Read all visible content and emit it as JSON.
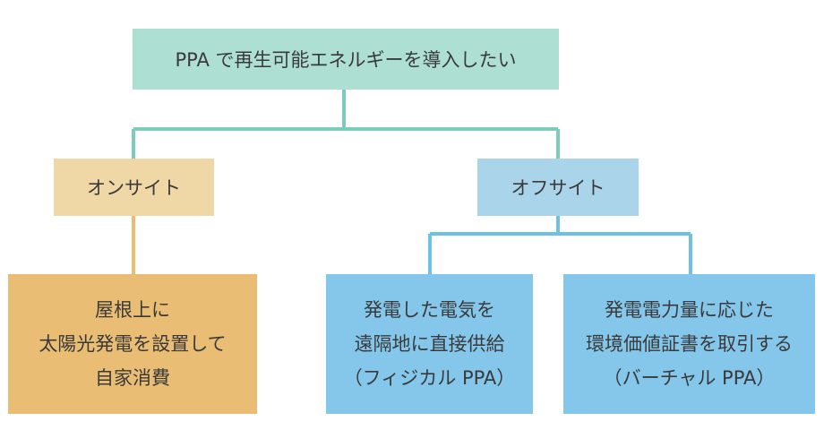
{
  "colors": {
    "root": "#addfd3",
    "onsite_header": "#f0d7a6",
    "onsite_leaf": "#e9bd73",
    "offsite_header": "#a9d4e9",
    "offsite_leaf": "#84c7ea",
    "connector_root": "#7ccbbb",
    "connector_onsite": "#e9bd73",
    "connector_offsite": "#6ec0e6",
    "text": "#3a3a3a"
  },
  "diagram": {
    "root": {
      "label": "PPA で再生可能エネルギーを導入したい"
    },
    "onsite": {
      "label": "オンサイト",
      "leaf": {
        "lines": [
          "屋根上に",
          "太陽光発電を設置して",
          "自家消費"
        ]
      }
    },
    "offsite": {
      "label": "オフサイト",
      "physical": {
        "lines": [
          "発電した電気を",
          "遠隔地に直接供給",
          "（フィジカル PPA）"
        ]
      },
      "virtual": {
        "lines": [
          "発電電力量に応じた",
          "環境価値証書を取引する",
          "（バーチャル PPA）"
        ]
      }
    }
  }
}
